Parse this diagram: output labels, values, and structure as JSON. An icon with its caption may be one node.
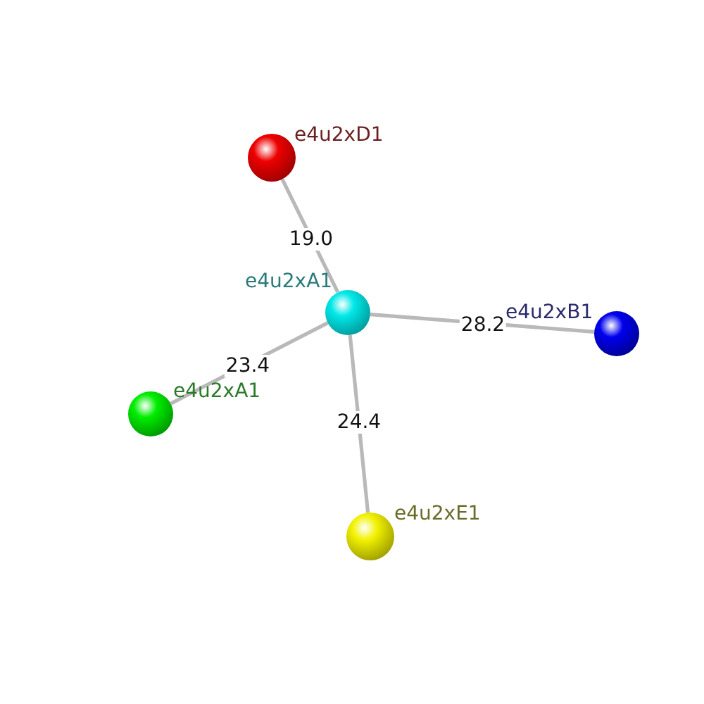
{
  "diagram": {
    "nodes": [
      {
        "text": [],
        "shape": "circle",
        "beside": [
          "e4u2xD1"
        ]
      },
      {
        "text": [],
        "shape": "circle",
        "beside": [
          "e4u2xA1"
        ]
      },
      {
        "text": [],
        "shape": "circle",
        "beside": [
          "e4u2xB1"
        ]
      },
      {
        "text": [],
        "shape": "circle",
        "beside": [
          "e4u2xA1"
        ]
      },
      {
        "text": [],
        "shape": "circle",
        "beside": [
          "e4u2xE1"
        ]
      }
    ],
    "edges": [
      {
        "from": 1,
        "to": 0,
        "arrow": "none",
        "label": "19.0"
      },
      {
        "from": 1,
        "to": 2,
        "arrow": "none",
        "label": "28.2"
      },
      {
        "from": 1,
        "to": 3,
        "arrow": "none",
        "label": "23.4"
      },
      {
        "from": 1,
        "to": 4,
        "arrow": "none",
        "label": "24.4"
      }
    ]
  }
}
